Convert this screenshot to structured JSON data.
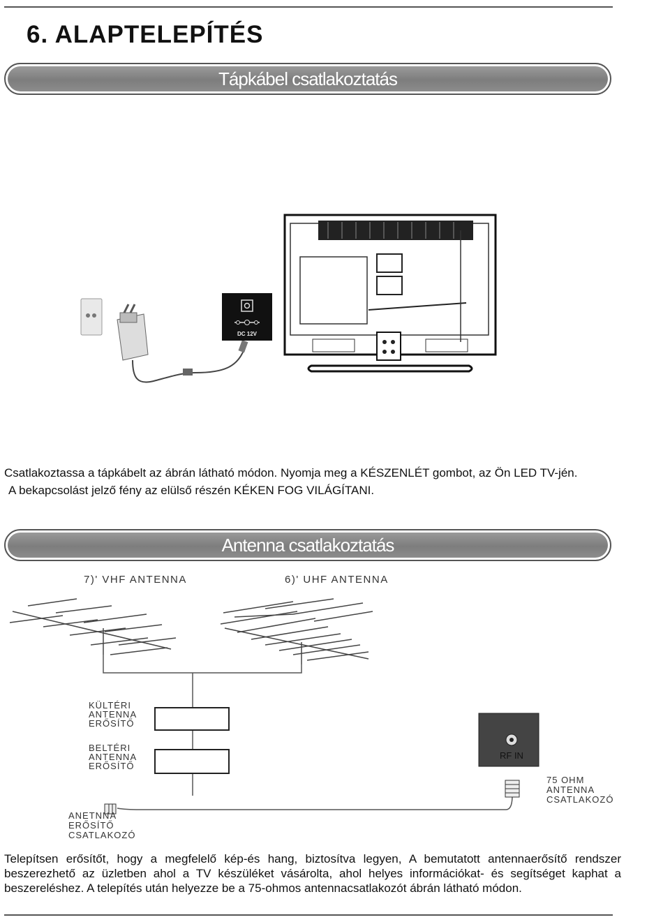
{
  "section": {
    "heading": "6. ALAPTELEPÍTÉS"
  },
  "power": {
    "banner": "Tápkábel csatlakoztatás",
    "jack_label": "DC 12V",
    "text_line1": "Csatlakoztassa a tápkábelt az ábrán látható módon.  Nyomja meg a KÉSZENLÉT gombot, az Ön LED TV-jén.",
    "text_line2": "A bekapcsolást jelző fény az elülső részén KÉKEN FOG VILÁGÍTANI."
  },
  "antenna": {
    "banner": "Antenna csatlakoztatás",
    "vhf_label": "7)'   VHF ANTENNA",
    "uhf_label": "6)'   UHF ANTENNA",
    "outdoor_amp": [
      "KÜLTÉRI",
      "ANTENNA",
      "ERŐSÍTŐ"
    ],
    "indoor_amp": [
      "BELTÉRI",
      "ANTENNA",
      "ERŐSÍTŐ"
    ],
    "rf_in": "RF IN",
    "connector_75": [
      "75 OHM",
      "ANTENNA",
      "CSATLAKOZÓ"
    ],
    "amp_connector": [
      "ANETNNA",
      "ERŐSÍTŐ",
      "CSATLAKOZÓ"
    ],
    "description": "Telepítsen erősítőt, hogy a megfelelő kép-és hang, biztosítva legyen, A bemutatott antennaerősítő rendszer beszerezhető az üzletben ahol a TV készüléket vásárolta, ahol helyes információkat- és segítséget kaphat a beszereléshez. A telepítés után helyezze be a 75-ohmos antennacsatlakozót ábrán látható módon."
  }
}
